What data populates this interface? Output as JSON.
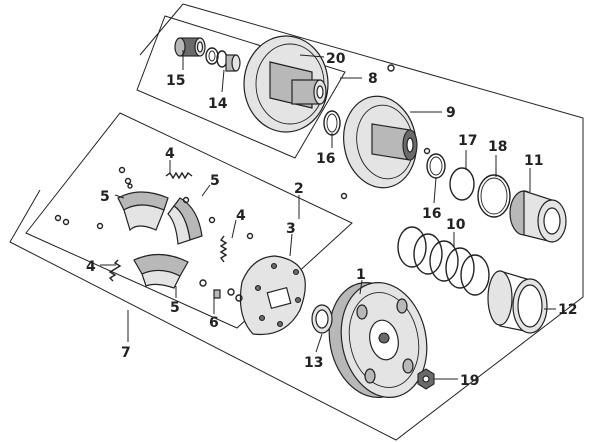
{
  "callouts": [
    {
      "id": "c1",
      "text": "1"
    },
    {
      "id": "c2",
      "text": "2"
    },
    {
      "id": "c3",
      "text": "3"
    },
    {
      "id": "c4a",
      "text": "4"
    },
    {
      "id": "c4b",
      "text": "4"
    },
    {
      "id": "c4c",
      "text": "4"
    },
    {
      "id": "c5a",
      "text": "5"
    },
    {
      "id": "c5b",
      "text": "5"
    },
    {
      "id": "c5c",
      "text": "5"
    },
    {
      "id": "c6",
      "text": "6"
    },
    {
      "id": "c7",
      "text": "7"
    },
    {
      "id": "c8",
      "text": "8"
    },
    {
      "id": "c9",
      "text": "9"
    },
    {
      "id": "c10",
      "text": "10"
    },
    {
      "id": "c11",
      "text": "11"
    },
    {
      "id": "c12",
      "text": "12"
    },
    {
      "id": "c13",
      "text": "13"
    },
    {
      "id": "c14",
      "text": "14"
    },
    {
      "id": "c15",
      "text": "15"
    },
    {
      "id": "c16a",
      "text": "16"
    },
    {
      "id": "c16b",
      "text": "16"
    },
    {
      "id": "c17",
      "text": "17"
    },
    {
      "id": "c18",
      "text": "18"
    },
    {
      "id": "c19",
      "text": "19"
    },
    {
      "id": "c20",
      "text": "20"
    }
  ],
  "colors": {
    "line": "#222222",
    "shade": "#b8b8b8",
    "background": "#ffffff"
  }
}
